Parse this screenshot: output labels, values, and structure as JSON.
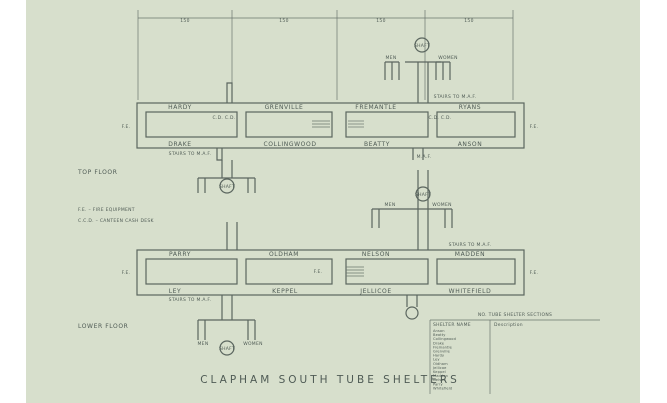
{
  "dimensions": [
    "150",
    "150",
    "150",
    "150"
  ],
  "top_floor": {
    "label": "TOP FLOOR",
    "north_rooms": [
      "HARDY",
      "GRENVILLE",
      "FREMANTLE",
      "RYANS"
    ],
    "south_rooms": [
      "DRAKE",
      "COLLINGWOOD",
      "BEATTY",
      "ANSON"
    ],
    "stairs_left": "STAIRS TO M.A.F.",
    "stairs_right": "STAIRS TO M.A.F.",
    "shaft_top": "SHAFT",
    "shaft_bottom": "SHAFT",
    "men": "MEN",
    "women": "WOMEN",
    "fe_left": "F.E.",
    "fe_right": "F.E.",
    "cd_left": "C.D. C.D.",
    "cd_right": "C.D. C.D.",
    "maf": "M.A.F."
  },
  "legend": {
    "fe": "F.E. – FIRE EQUIPMENT",
    "ccd": "C.C.D. – CANTEEN CASH DESK"
  },
  "lower_floor": {
    "label": "LOWER FLOOR",
    "north_rooms": [
      "PARRY",
      "OLDHAM",
      "NELSON",
      "MADDEN"
    ],
    "south_rooms": [
      "LEY",
      "KEPPEL",
      "JELLICOE",
      "WHITEFIELD"
    ],
    "stairs_left": "STAIRS TO M.A.F.",
    "stairs_right": "STAIRS TO M.A.F.",
    "shaft_top": "SHAFT",
    "shaft_bottom": "SHAFT",
    "men_top": "MEN",
    "women_top": "WOMEN",
    "men_bottom": "MEN",
    "women_bottom": "WOMEN",
    "fe_left": "F.E.",
    "fe_right": "F.E.",
    "fe_mid": "F.E."
  },
  "title": "CLAPHAM SOUTH TUBE SHELTERS",
  "title_block": {
    "heading": "NO. TUBE SHELTER SECTIONS",
    "col_left": "SHELTER NAME",
    "col_right": "Description",
    "names": [
      "Anson",
      "Beatty",
      "Collingwood",
      "Drake",
      "Fremantle",
      "Grenville",
      "Hardy",
      "Ley",
      "Oldham",
      "Jellicoe",
      "Keppel",
      "Madden",
      "Nelson",
      "Parry",
      "Whitefield"
    ]
  }
}
